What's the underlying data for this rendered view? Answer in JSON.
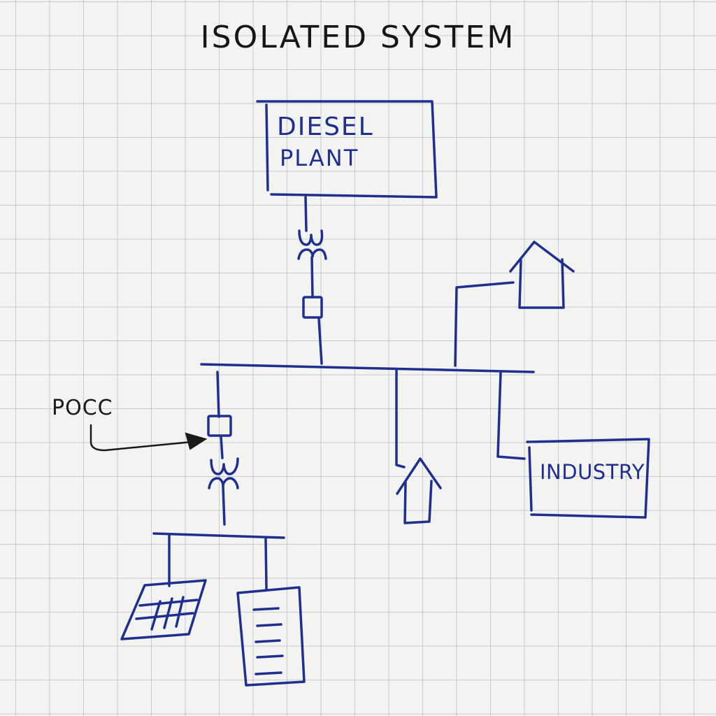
{
  "title": "ISOLATED SYSTEM",
  "diesel_plant": {
    "label_line1": "DIESEL",
    "label_line2": "PLANT"
  },
  "industry": {
    "label": "INDUSTRY"
  },
  "pocc": {
    "label": "POCC"
  },
  "colors": {
    "ink": "#1f2f8f",
    "pencil": "#1a1a1a",
    "paper": "#f3f4f1",
    "grid": "#8c96a0"
  },
  "icons": [
    "transformer-icon",
    "breaker-icon",
    "house-icon",
    "solar-panel-icon",
    "battery-icon",
    "arrow-icon"
  ]
}
